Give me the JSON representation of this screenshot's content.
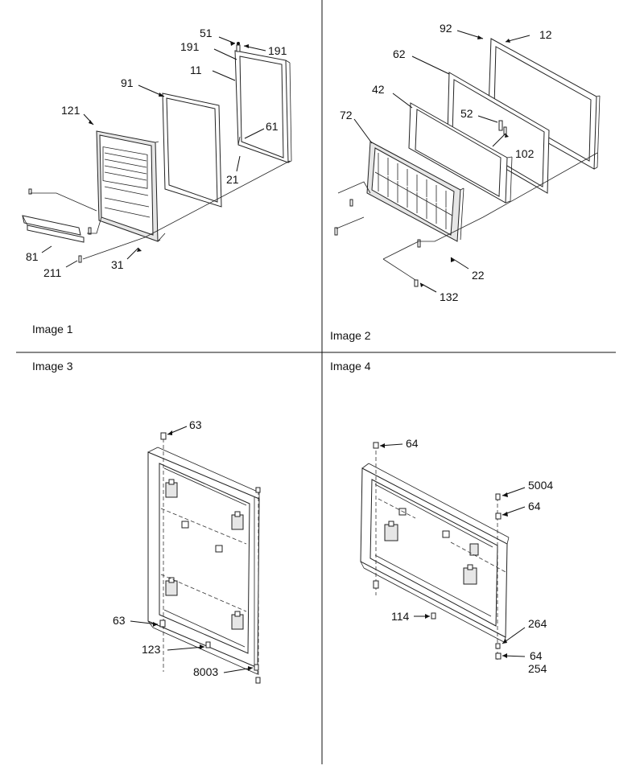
{
  "panels": [
    {
      "caption": "Image 1",
      "labels": [
        "51",
        "191",
        "191",
        "11",
        "91",
        "61",
        "121",
        "21",
        "81",
        "211",
        "31"
      ]
    },
    {
      "caption": "Image 2",
      "labels": [
        "92",
        "12",
        "62",
        "42",
        "72",
        "52",
        "102",
        "22",
        "132"
      ]
    },
    {
      "caption": "Image 3",
      "labels": [
        "63",
        "63",
        "123",
        "8003"
      ]
    },
    {
      "caption": "Image 4",
      "labels": [
        "64",
        "5004",
        "64",
        "114",
        "264",
        "64",
        "254"
      ]
    }
  ]
}
